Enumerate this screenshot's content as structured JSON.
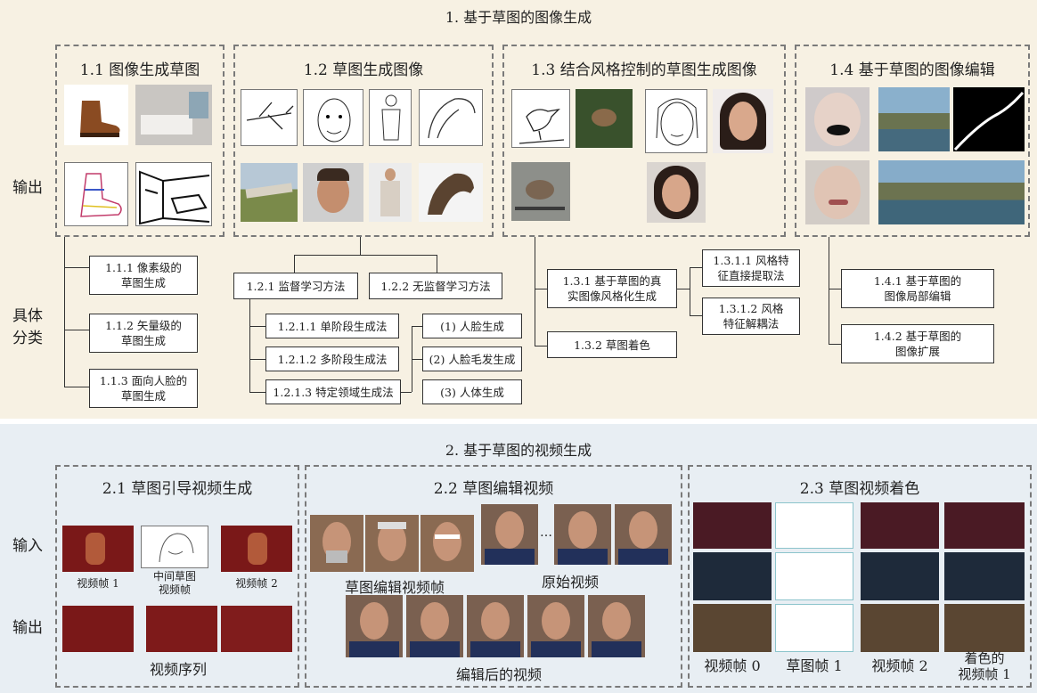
{
  "section1": {
    "title": "1. 基于草图的图像生成",
    "row_output": "输出",
    "row_category": [
      "具体",
      "分类"
    ],
    "p11": {
      "title": "1.1 图像生成草图",
      "images": [
        "boot-photo",
        "bedroom-photo",
        "boot-sketch",
        "bedroom-sketch"
      ],
      "cats": [
        "1.1.1 像素级的\n草图生成",
        "1.1.2 矢量级的\n草图生成",
        "1.1.3 面向人脸的\n草图生成"
      ]
    },
    "p12": {
      "title": "1.2 草图生成图像",
      "images": [
        "airplane-sketch",
        "face-sketch",
        "woman-sketch",
        "ibex-sketch",
        "airplane-photo",
        "man-face-photo",
        "woman-photo",
        "ibex-photo"
      ],
      "cats": {
        "supervised": "1.2.1 监督学习方法",
        "unsupervised": "1.2.2 无监督学习方法",
        "single_stage": "1.2.1.1 单阶段生成法",
        "multi_stage": "1.2.1.2 多阶段生成法",
        "domain_specific": "1.2.1.3 特定领域生成法",
        "face": "(1) 人脸生成",
        "hair": "(2) 人脸毛发生成",
        "body": "(3) 人体生成"
      }
    },
    "p13": {
      "title": "1.3 结合风格控制的草图生成图像",
      "images": [
        "bird-sketch",
        "bird-style-photo",
        "woman-face-sketch",
        "woman-face-style-photo",
        "bird-result-photo",
        "woman-face-result-photo"
      ],
      "cats": {
        "realistic": "1.3.1 基于草图的真\n实图像风格化生成",
        "direct": "1.3.1.1 风格特\n征直接提取法",
        "decouple": "1.3.1.2 风格\n特征解耦法",
        "coloring": "1.3.2 草图着色"
      }
    },
    "p14": {
      "title": "1.4 基于草图的图像编辑",
      "images": [
        "edited-face-input",
        "mountain-lake-input",
        "edit-mask",
        "edited-face-output",
        "mountain-lake-output"
      ],
      "cats": [
        "1.4.1 基于草图的\n图像局部编辑",
        "1.4.2 基于草图的\n图像扩展"
      ]
    }
  },
  "section2": {
    "title": "2. 基于草图的视频生成",
    "row_input": "输入",
    "row_output": "输出",
    "p21": {
      "title": "2.1 草图引导视频生成",
      "frame1": "视频帧 1",
      "mid_sketch": "中间草图\n视频帧",
      "frame2": "视频帧 2",
      "sequence": "视频序列"
    },
    "p22": {
      "title": "2.2 草图编辑视频",
      "edit_frames": "草图编辑视频帧",
      "ellipsis": "…",
      "original": "原始视频",
      "edited": "编辑后的视频"
    },
    "p23": {
      "title": "2.3 草图视频着色",
      "cols": [
        "视频帧 0",
        "草图帧 1",
        "视频帧 2",
        "着色的\n视频帧 1"
      ]
    }
  },
  "colors": {
    "band1_bg": "#f7f1e3",
    "band2_bg": "#e8eef3",
    "dash_border": "#7a7a7a"
  }
}
